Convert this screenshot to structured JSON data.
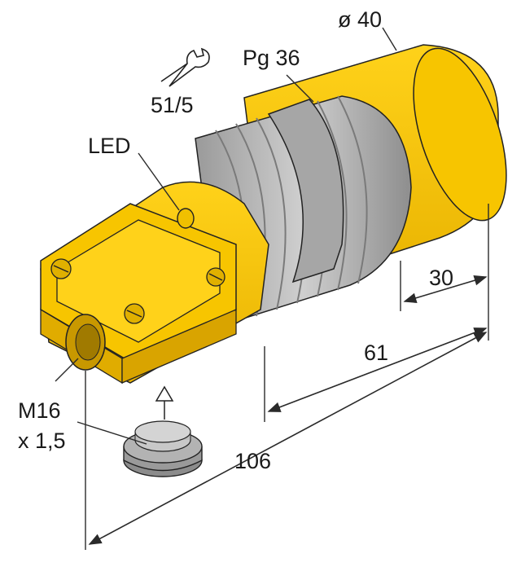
{
  "labels": {
    "diameter": "ø 40",
    "thread": "Pg 36",
    "wrench": "51/5",
    "led": "LED",
    "port_line1": "M16",
    "port_line2": "x 1,5",
    "dim_30": "30",
    "dim_61": "61",
    "dim_106": "106"
  },
  "colors": {
    "housing_yellow": "#f7c500",
    "housing_shadow": "#d9a400",
    "thread_gray": "#b9b9b9",
    "thread_dark": "#8f8f8f",
    "cap_gray": "#a9a9a9"
  }
}
